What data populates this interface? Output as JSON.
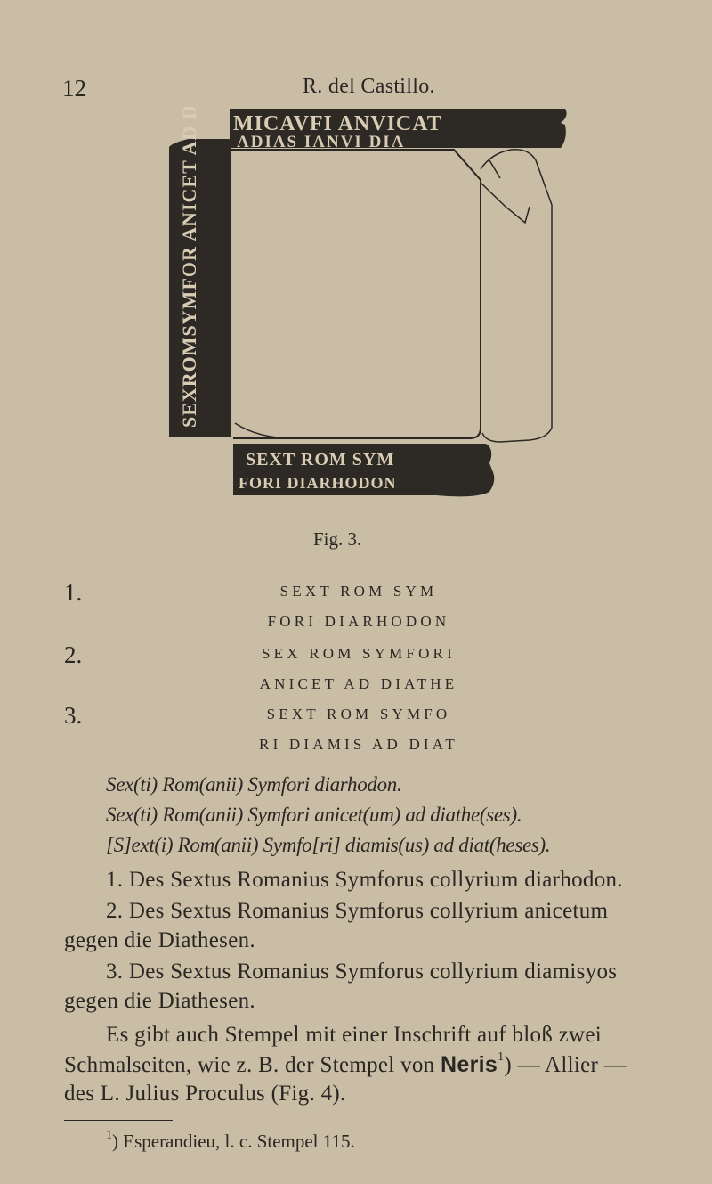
{
  "header": {
    "page_number": "12",
    "running_head": "R. del Castillo."
  },
  "figure": {
    "caption": "Fig. 3.",
    "stamp_top_line1": "MICAVFI ANVICAT",
    "stamp_top_line2": "ADIAS IANVI DIA",
    "stamp_side": "SEXROMSYMFOR ANICET AD DIATH",
    "stamp_bottom_line1": "SEXT ROM SYM",
    "stamp_bottom_line2": "FORI DIARHODON"
  },
  "inscriptions": [
    {
      "number": "1.",
      "line1": "SEXT ROM SYM",
      "line2": "FORI DIARHODON"
    },
    {
      "number": "2.",
      "line1": "SEX ROM SYMFORI",
      "line2": "ANICET AD DIATHE"
    },
    {
      "number": "3.",
      "line1": "SEXT ROM SYMFO",
      "line2": "RI DIAMIS AD DIAT"
    }
  ],
  "transcriptions": [
    "Sex(ti) Rom(anii) Symfori diarhodon.",
    "Sex(ti) Rom(anii) Symfori anicet(um) ad diathe(ses).",
    "[S]ext(i) Rom(anii) Symfo[ri] diamis(us) ad diat(heses)."
  ],
  "body": {
    "p1": "1. Des Sextus Romanius Symforus collyrium diarhodon.",
    "p2a": "2. Des Sextus Romanius Symforus collyrium anicetum",
    "p2b": "gegen die Diathesen.",
    "p3a": "3. Des Sextus Romanius Symforus collyrium diamisyos",
    "p3b": "gegen die Diathesen.",
    "p4a": "Es gibt auch Stempel mit einer Inschrift auf bloß zwei",
    "p4b_pre": "Schmalseiten, wie z. B. der Stempel von ",
    "p4b_bold": "Neris",
    "p4b_sup": "1",
    "p4b_post": ") — Allier —",
    "p4c": "des L. Julius Proculus (Fig. 4)."
  },
  "footnote": {
    "marker": "1",
    "text": ") Esperandieu, l. c. Stempel 115."
  }
}
